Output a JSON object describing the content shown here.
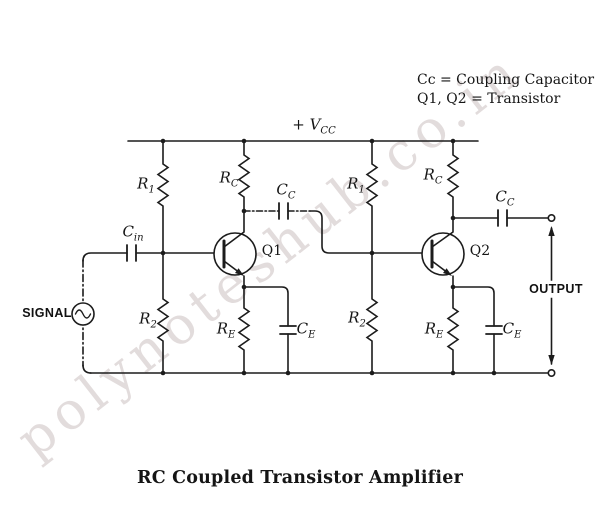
{
  "title": "RC Coupled Transistor Amplifier",
  "watermark": "polynoteshub.co.in",
  "legend": {
    "line1": "Cc = Coupling Capacitor",
    "line2": "Q1, Q2 = Transistor"
  },
  "supply": {
    "main": "+ V",
    "sub": "CC"
  },
  "signal_label": "SIGNAL",
  "output_label": "OUTPUT",
  "labels": {
    "r1_1": {
      "main": "R",
      "sub": "1"
    },
    "rc_1": {
      "main": "R",
      "sub": "C"
    },
    "cc_1": {
      "main": "C",
      "sub": "C"
    },
    "cin": {
      "main": "C",
      "sub": "in"
    },
    "q1": "Q1",
    "r2_1": {
      "main": "R",
      "sub": "2"
    },
    "re_1": {
      "main": "R",
      "sub": "E"
    },
    "ce_1": {
      "main": "C",
      "sub": "E"
    },
    "r1_2": {
      "main": "R",
      "sub": "1"
    },
    "rc_2": {
      "main": "R",
      "sub": "C"
    },
    "cc_2": {
      "main": "C",
      "sub": "C"
    },
    "q2": "Q2",
    "r2_2": {
      "main": "R",
      "sub": "2"
    },
    "re_2": {
      "main": "R",
      "sub": "E"
    },
    "ce_2": {
      "main": "C",
      "sub": "E"
    }
  },
  "colors": {
    "line": "#1c1c1c",
    "background": "#ffffff",
    "watermark": "#cbbcbc"
  }
}
